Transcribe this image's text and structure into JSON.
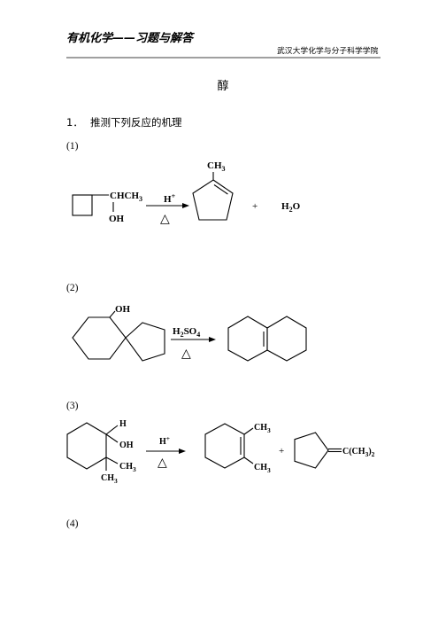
{
  "header": {
    "book_title": "有机化学——习题与解答",
    "institution": "武汉大学化学与分子科学学院"
  },
  "page_title": "醇",
  "question": {
    "number": "1．",
    "text": "推测下列反应的机理"
  },
  "reaction_1": {
    "label": "(1)",
    "reactant": {
      "side_chain": {
        "main": "CHCH",
        "sub": "3"
      },
      "hydroxyl": "OH"
    },
    "reagent": {
      "main": "H",
      "sup": "+"
    },
    "condition": "△",
    "product": {
      "methyl": {
        "main": "CH",
        "sub": "3"
      }
    },
    "plus": "+",
    "byproduct": {
      "a": "H",
      "sub": "2",
      "b": "O"
    }
  },
  "reaction_2": {
    "label": "(2)",
    "reactant": {
      "hydroxyl": "OH"
    },
    "reagent": {
      "a": "H",
      "sub1": "2",
      "b": "SO",
      "sub2": "4"
    },
    "condition": "△"
  },
  "reaction_3": {
    "label": "(3)",
    "reactant": {
      "hydrogen": "H",
      "hydroxyl": "OH",
      "methyl_a": {
        "main": "CH",
        "sub": "3"
      },
      "methyl_b": {
        "main": "CH",
        "sub": "3"
      }
    },
    "reagent": {
      "main": "H",
      "sup": "+"
    },
    "condition": "△",
    "product_1": {
      "methyl_a": {
        "main": "CH",
        "sub": "3"
      },
      "methyl_b": {
        "main": "CH",
        "sub": "3"
      }
    },
    "plus": "+",
    "product_2": {
      "group": {
        "a": "C(CH",
        "sub1": "3",
        "b": ")",
        "sub2": "2"
      }
    }
  },
  "reaction_4": {
    "label": "(4)"
  }
}
